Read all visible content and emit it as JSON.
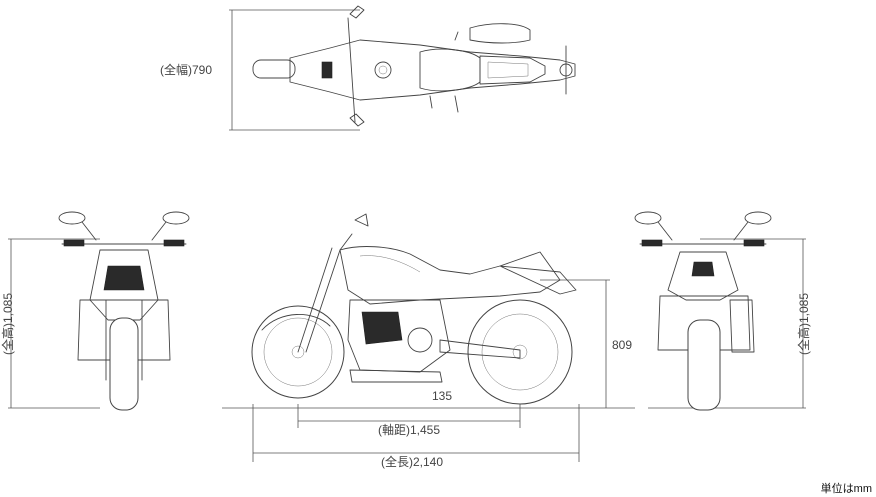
{
  "dimensions": {
    "overall_width": "(全幅)790",
    "overall_height_front": "(全高)1,085",
    "overall_height_rear": "(全高)1,085",
    "seat_height": "809",
    "ground_clearance": "135",
    "wheelbase": "(軸距)1,455",
    "overall_length": "(全長)2,140"
  },
  "unit_note": "単位はmm",
  "icons": {
    "top_view": "motorcycle-top-view-drawing",
    "front_view": "motorcycle-front-view-drawing",
    "side_view": "motorcycle-side-view-drawing",
    "rear_view": "motorcycle-rear-view-drawing"
  }
}
